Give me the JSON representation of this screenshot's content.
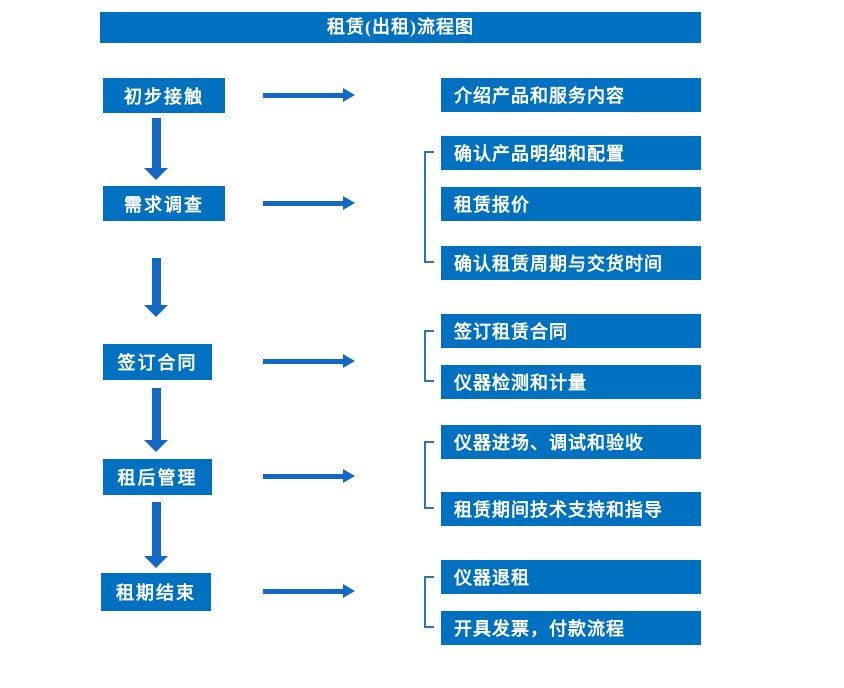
{
  "title": "租赁(出租)流程图",
  "colors": {
    "box": "#0070C0",
    "arrow": "#1268C4",
    "bracket": "#2E75B6",
    "text": "#FFFFFF"
  },
  "steps": [
    {
      "label": "初步接触",
      "details": [
        "介绍产品和服务内容"
      ]
    },
    {
      "label": "需求调查",
      "details": [
        "确认产品明细和配置",
        "租赁报价",
        "确认租赁周期与交货时间"
      ]
    },
    {
      "label": "签订合同",
      "details": [
        "签订租赁合同",
        "仪器检测和计量"
      ]
    },
    {
      "label": "租后管理",
      "details": [
        "仪器进场、调试和验收",
        "租赁期间技术支持和指导"
      ]
    },
    {
      "label": "租期结束",
      "details": [
        "仪器退租",
        "开具发票，付款流程"
      ]
    }
  ]
}
